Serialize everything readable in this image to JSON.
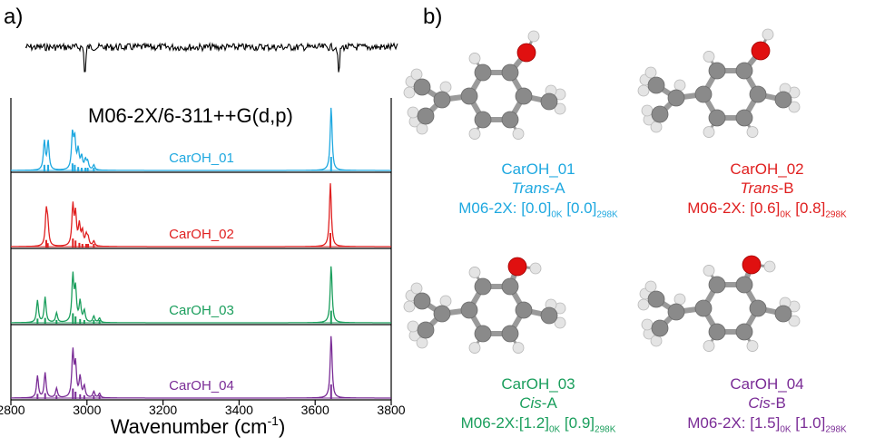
{
  "panel_a_label": "a)",
  "panel_b_label": "b)",
  "colors": {
    "experiment": "#000000",
    "CarOH_01": "#1ea8e0",
    "CarOH_02": "#e02020",
    "CarOH_03": "#1a9e5c",
    "CarOH_04": "#7a2c96",
    "atom_c": "#8a8a8a",
    "atom_h": "#e4e4e4",
    "atom_o": "#e01010"
  },
  "chart_data": {
    "type": "line",
    "method_label": "M06-2X/6-311++G(d,p)",
    "xlabel_main": "Wavenumber (cm",
    "xlabel_sup": "-1",
    "xlabel_end": ")",
    "xlim": [
      2800,
      3800
    ],
    "xticks": [
      "2800",
      "3000",
      "3200",
      "3400",
      "3600",
      "3800"
    ],
    "experiment_dips": [
      {
        "x": 2960,
        "depth": 1.0
      },
      {
        "x": 3642,
        "depth": 1.0
      }
    ],
    "series": [
      {
        "name": "CarOH_01",
        "color_key": "CarOH_01",
        "sticks": [
          {
            "x": 2888,
            "h": 0.45
          },
          {
            "x": 2898,
            "h": 0.45
          },
          {
            "x": 2962,
            "h": 0.55
          },
          {
            "x": 2968,
            "h": 0.45
          },
          {
            "x": 2977,
            "h": 0.3
          },
          {
            "x": 2986,
            "h": 0.2
          },
          {
            "x": 2996,
            "h": 0.15
          },
          {
            "x": 3002,
            "h": 0.12
          },
          {
            "x": 3018,
            "h": 0.08
          },
          {
            "x": 3642,
            "h": 1.0
          }
        ]
      },
      {
        "name": "CarOH_02",
        "color_key": "CarOH_02",
        "sticks": [
          {
            "x": 2893,
            "h": 0.52
          },
          {
            "x": 2897,
            "h": 0.3
          },
          {
            "x": 2963,
            "h": 0.62
          },
          {
            "x": 2970,
            "h": 0.48
          },
          {
            "x": 2980,
            "h": 0.32
          },
          {
            "x": 2988,
            "h": 0.22
          },
          {
            "x": 2998,
            "h": 0.16
          },
          {
            "x": 3003,
            "h": 0.12
          },
          {
            "x": 3018,
            "h": 0.08
          },
          {
            "x": 3640,
            "h": 1.0
          }
        ]
      },
      {
        "name": "CarOH_03",
        "color_key": "CarOH_03",
        "sticks": [
          {
            "x": 2870,
            "h": 0.35
          },
          {
            "x": 2890,
            "h": 0.4
          },
          {
            "x": 2920,
            "h": 0.15
          },
          {
            "x": 2963,
            "h": 0.72
          },
          {
            "x": 2970,
            "h": 0.5
          },
          {
            "x": 2982,
            "h": 0.32
          },
          {
            "x": 2993,
            "h": 0.18
          },
          {
            "x": 3018,
            "h": 0.1
          },
          {
            "x": 3033,
            "h": 0.07
          },
          {
            "x": 3642,
            "h": 0.9
          }
        ]
      },
      {
        "name": "CarOH_04",
        "color_key": "CarOH_04",
        "sticks": [
          {
            "x": 2870,
            "h": 0.35
          },
          {
            "x": 2890,
            "h": 0.4
          },
          {
            "x": 2920,
            "h": 0.15
          },
          {
            "x": 2963,
            "h": 0.72
          },
          {
            "x": 2970,
            "h": 0.5
          },
          {
            "x": 2982,
            "h": 0.32
          },
          {
            "x": 2993,
            "h": 0.18
          },
          {
            "x": 3018,
            "h": 0.1
          },
          {
            "x": 3033,
            "h": 0.07
          },
          {
            "x": 3642,
            "h": 1.0
          }
        ]
      }
    ]
  },
  "conformers": [
    {
      "name": "CarOH_01",
      "color_key": "CarOH_01",
      "conf_italic": "Trans",
      "conf_suffix": "-A",
      "energy_prefix": "M06-2X: ",
      "e0": "[0.0]",
      "e0_sub": "0K",
      "e298": " [0.0]",
      "e298_sub": "298K"
    },
    {
      "name": "CarOH_02",
      "color_key": "CarOH_02",
      "conf_italic": "Trans",
      "conf_suffix": "-B",
      "energy_prefix": "M06-2X: ",
      "e0": "[0.6]",
      "e0_sub": "0K",
      "e298": " [0.8]",
      "e298_sub": "298K"
    },
    {
      "name": "CarOH_03",
      "color_key": "CarOH_03",
      "conf_italic": "Cis",
      "conf_suffix": "-A",
      "energy_prefix": "M06-2X:",
      "e0": "[1.2]",
      "e0_sub": "0K",
      "e298": " [0.9]",
      "e298_sub": "298K"
    },
    {
      "name": "CarOH_04",
      "color_key": "CarOH_04",
      "conf_italic": "Cis",
      "conf_suffix": "-B",
      "energy_prefix": "M06-2X: ",
      "e0": "[1.5]",
      "e0_sub": "0K",
      "e298": " [1.0]",
      "e298_sub": "298K"
    }
  ]
}
